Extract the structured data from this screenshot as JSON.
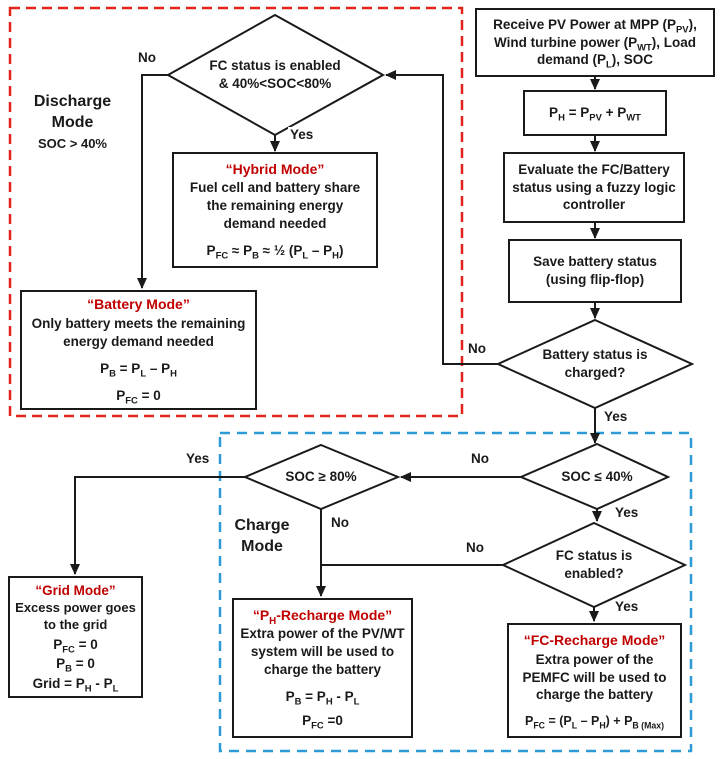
{
  "colors": {
    "line": "#1a1a1a",
    "red_title": "#c00000",
    "red_dash": "#e2231a",
    "blue_dash": "#2e9bd6"
  },
  "labels": {
    "yes": "Yes",
    "no": "No"
  },
  "regions": {
    "discharge": {
      "title_line1": "Discharge",
      "title_line2": "Mode",
      "subtitle": "SOC > 40%"
    },
    "charge": {
      "title_line1": "Charge",
      "title_line2": "Mode"
    }
  },
  "process": {
    "receive": {
      "rich": [
        {
          "t": "Receive PV Power at MPP (P"
        },
        {
          "t": "PV",
          "s": 1
        },
        {
          "t": "), Wind turbine power (P"
        },
        {
          "t": "WT",
          "s": 1
        },
        {
          "t": "), Load demand (P"
        },
        {
          "t": "L",
          "s": 1
        },
        {
          "t": "), SOC"
        }
      ]
    },
    "ph_sum": {
      "rich": [
        {
          "t": "P"
        },
        {
          "t": "H",
          "s": 1
        },
        {
          "t": " = P"
        },
        {
          "t": "PV",
          "s": 1
        },
        {
          "t": " + P"
        },
        {
          "t": "WT",
          "s": 1
        }
      ]
    },
    "evaluate": {
      "text": "Evaluate the FC/Battery status using a fuzzy logic controller"
    },
    "save": {
      "text": "Save battery status (using flip-flop)"
    }
  },
  "decisions": {
    "fc_soc_window": {
      "text": "FC status is enabled & 40%<SOC<80%"
    },
    "battery_charged": {
      "text": "Battery status is charged?"
    },
    "soc_le_40": {
      "text": "SOC ≤ 40%"
    },
    "soc_ge_80": {
      "text": "SOC ≥ 80%"
    },
    "fc_enabled": {
      "text": "FC status is enabled?"
    }
  },
  "modes": {
    "hybrid": {
      "title": "“Hybrid Mode”",
      "body": "Fuel cell and battery share the remaining energy demand needed",
      "formulas": [
        [
          {
            "t": "P"
          },
          {
            "t": "FC",
            "s": 1
          },
          {
            "t": " ≈ P"
          },
          {
            "t": "B",
            "s": 1
          },
          {
            "t": " ≈ ½ (P"
          },
          {
            "t": "L",
            "s": 1
          },
          {
            "t": " – P"
          },
          {
            "t": "H",
            "s": 1
          },
          {
            "t": ")"
          }
        ]
      ]
    },
    "battery": {
      "title": "“Battery Mode”",
      "body": "Only battery meets the remaining energy demand needed",
      "formulas": [
        [
          {
            "t": "P"
          },
          {
            "t": "B",
            "s": 1
          },
          {
            "t": " = P"
          },
          {
            "t": "L",
            "s": 1
          },
          {
            "t": " – P"
          },
          {
            "t": "H",
            "s": 1
          }
        ],
        [
          {
            "t": "P"
          },
          {
            "t": "FC",
            "s": 1
          },
          {
            "t": " = 0"
          }
        ]
      ]
    },
    "grid": {
      "title": "“Grid Mode”",
      "body": "Excess power goes to the grid",
      "formulas": [
        [
          {
            "t": "P"
          },
          {
            "t": "FC",
            "s": 1
          },
          {
            "t": " = 0"
          }
        ],
        [
          {
            "t": "P"
          },
          {
            "t": "B",
            "s": 1
          },
          {
            "t": " = 0"
          }
        ],
        [
          {
            "t": "Grid = P"
          },
          {
            "t": "H",
            "s": 1
          },
          {
            "t": " - P"
          },
          {
            "t": "L",
            "s": 1
          }
        ]
      ]
    },
    "ph_recharge": {
      "title_rich": [
        {
          "t": "“P"
        },
        {
          "t": "H",
          "s": 1
        },
        {
          "t": "-Recharge Mode”"
        }
      ],
      "body": "Extra power of the PV/WT system will be used to charge the battery",
      "formulas": [
        [
          {
            "t": "P"
          },
          {
            "t": "B",
            "s": 1
          },
          {
            "t": " = P"
          },
          {
            "t": "H",
            "s": 1
          },
          {
            "t": " - P"
          },
          {
            "t": "L",
            "s": 1
          }
        ],
        [
          {
            "t": "P"
          },
          {
            "t": "FC",
            "s": 1
          },
          {
            "t": " =0"
          }
        ]
      ]
    },
    "fc_recharge": {
      "title": "“FC-Recharge Mode”",
      "body": "Extra power of the PEMFC will be used to charge the battery",
      "formulas": [
        [
          {
            "t": "P"
          },
          {
            "t": "FC",
            "s": 1
          },
          {
            "t": " = (P"
          },
          {
            "t": "L",
            "s": 1
          },
          {
            "t": " – P"
          },
          {
            "t": "H",
            "s": 1
          },
          {
            "t": ") + P"
          },
          {
            "t": "B (Max)",
            "s": 1
          }
        ]
      ]
    }
  }
}
